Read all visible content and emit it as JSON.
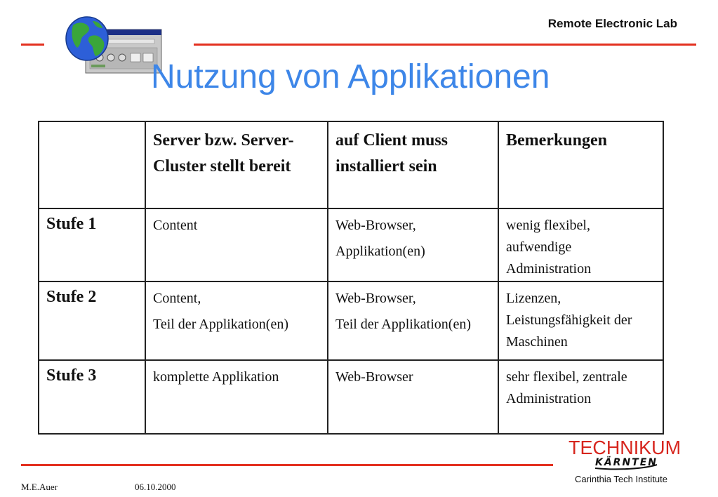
{
  "header": {
    "lab_name": "Remote Electronic Lab"
  },
  "title": "Nutzung von Applikationen",
  "table": {
    "headers": [
      "",
      "Server bzw. Server-Cluster stellt bereit",
      "auf Client muss installiert sein",
      "Bemerkungen"
    ],
    "rows": [
      {
        "label": "Stufe 1",
        "server": [
          "Content"
        ],
        "client": [
          "Web-Browser,",
          "Applikation(en)"
        ],
        "remarks": "wenig flexibel, aufwendige Administration"
      },
      {
        "label": "Stufe 2",
        "server": [
          "Content,",
          "Teil der Applikation(en)"
        ],
        "client": [
          "Web-Browser,",
          "Teil der Applikation(en)"
        ],
        "remarks": "Lizenzen, Leistungsfähigkeit der Maschinen"
      },
      {
        "label": "Stufe 3",
        "server": [
          "komplette Applikation"
        ],
        "client": [
          "Web-Browser"
        ],
        "remarks": "sehr flexibel, zentrale Administration"
      }
    ]
  },
  "footer": {
    "author": "M.E.Auer",
    "date": "06.10.2000",
    "logo_main": "TECHNIKUM",
    "logo_sub": "KÄRNTEN",
    "institute": "Carinthia Tech Institute"
  },
  "icons": {
    "globe": "globe-icon",
    "window": "application-window-icon"
  },
  "colors": {
    "title": "#3d86e8",
    "accent_line": "#e3301f",
    "logo_red": "#d7261e"
  }
}
